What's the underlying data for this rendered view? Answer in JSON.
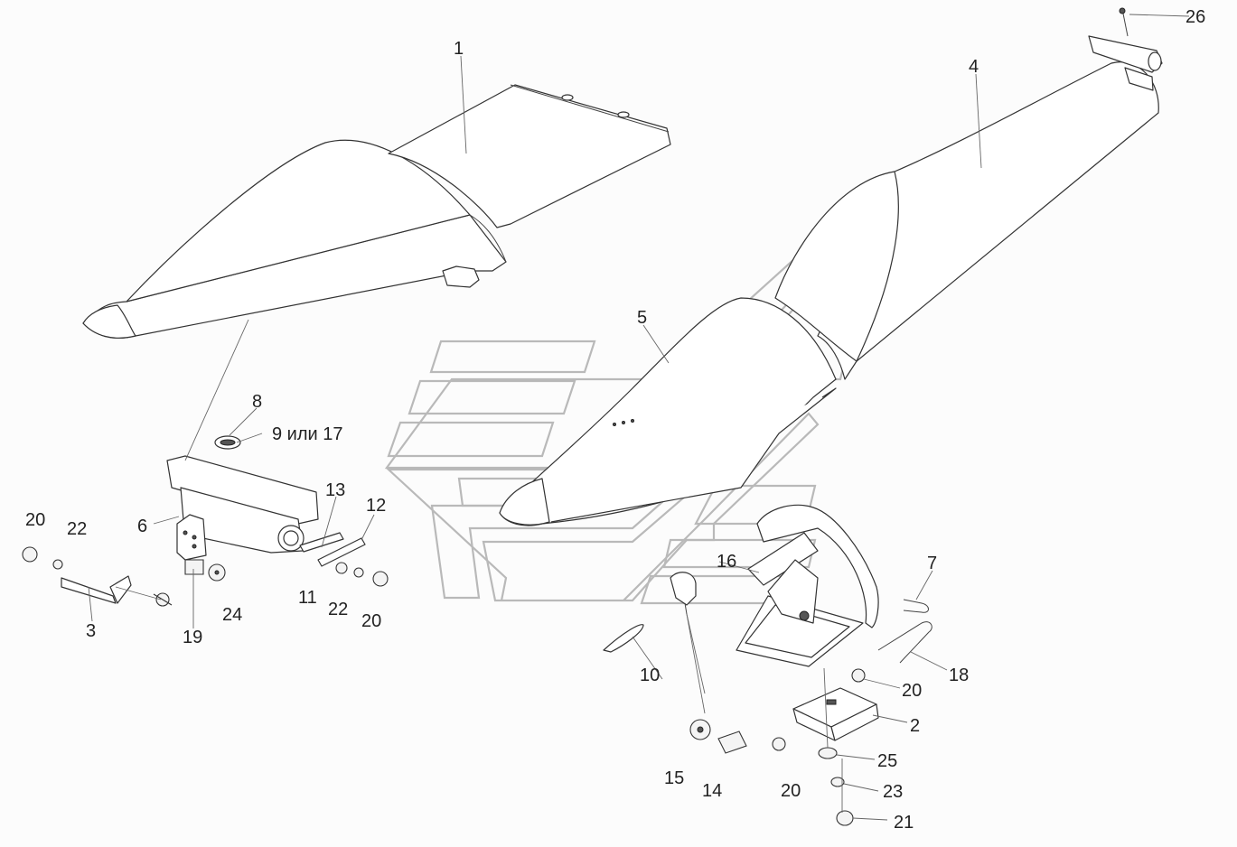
{
  "callouts": [
    {
      "id": "c1",
      "text": "1"
    },
    {
      "id": "c2",
      "text": "2"
    },
    {
      "id": "c3",
      "text": "3"
    },
    {
      "id": "c4",
      "text": "4"
    },
    {
      "id": "c5",
      "text": "5"
    },
    {
      "id": "c6",
      "text": "6"
    },
    {
      "id": "c7",
      "text": "7"
    },
    {
      "id": "c8",
      "text": "8"
    },
    {
      "id": "c9",
      "text": "9 или 17"
    },
    {
      "id": "c10",
      "text": "10"
    },
    {
      "id": "c11",
      "text": "11"
    },
    {
      "id": "c12",
      "text": "12"
    },
    {
      "id": "c13",
      "text": "13"
    },
    {
      "id": "c14",
      "text": "14"
    },
    {
      "id": "c15",
      "text": "15"
    },
    {
      "id": "c16",
      "text": "16"
    },
    {
      "id": "c18",
      "text": "18"
    },
    {
      "id": "c19",
      "text": "19"
    },
    {
      "id": "c20a",
      "text": "20"
    },
    {
      "id": "c20b",
      "text": "20"
    },
    {
      "id": "c20c",
      "text": "20"
    },
    {
      "id": "c20d",
      "text": "20"
    },
    {
      "id": "c21",
      "text": "21"
    },
    {
      "id": "c22a",
      "text": "22"
    },
    {
      "id": "c22b",
      "text": "22"
    },
    {
      "id": "c23",
      "text": "23"
    },
    {
      "id": "c24",
      "text": "24"
    },
    {
      "id": "c25",
      "text": "25"
    },
    {
      "id": "c26",
      "text": "26"
    }
  ]
}
